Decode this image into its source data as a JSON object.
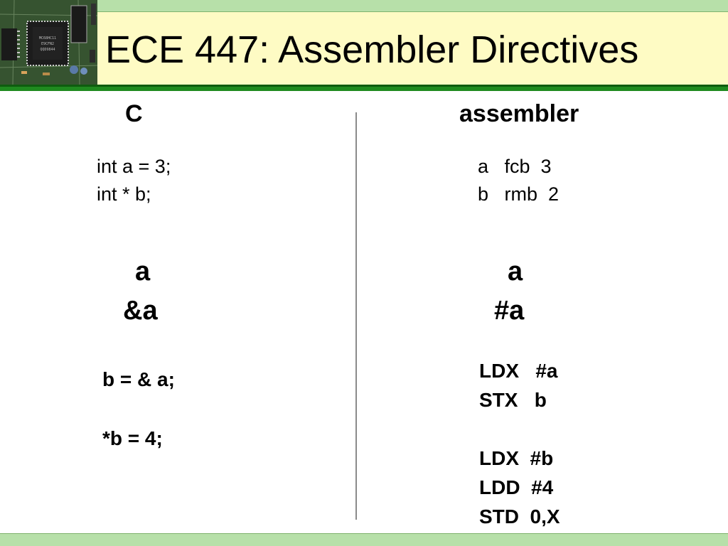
{
  "title": "ECE 447: Assembler Directives",
  "left": {
    "heading": "C",
    "declarations": [
      "int a = 3;",
      "int  * b;"
    ],
    "expressions": [
      "a",
      "&a"
    ],
    "statements": [
      "b = & a;",
      "*b = 4;"
    ]
  },
  "right": {
    "heading": "assembler",
    "declarations": [
      "a   fcb  3",
      "b   rmb  2"
    ],
    "expressions": [
      "a",
      "#a"
    ],
    "code_block_1": [
      "LDX   #a",
      "STX   b"
    ],
    "code_block_2": [
      "LDX  #b",
      "LDD  #4",
      "STD  0,X"
    ]
  },
  "colors": {
    "title_band": "#fefbc4",
    "header_rule": "#1f8a1f",
    "light_strip": "#b7e0a9"
  },
  "header_image": "circuit-board-image"
}
